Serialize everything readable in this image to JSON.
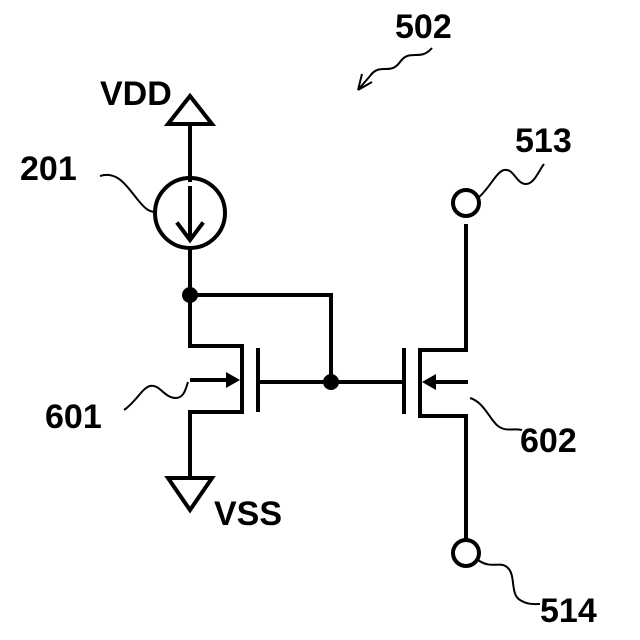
{
  "labels": {
    "figure_ref": "502",
    "supply_high": "VDD",
    "supply_low": "VSS",
    "current_source": "201",
    "transistor_left": "601",
    "transistor_right": "602",
    "terminal_top": "513",
    "terminal_bottom": "514"
  }
}
